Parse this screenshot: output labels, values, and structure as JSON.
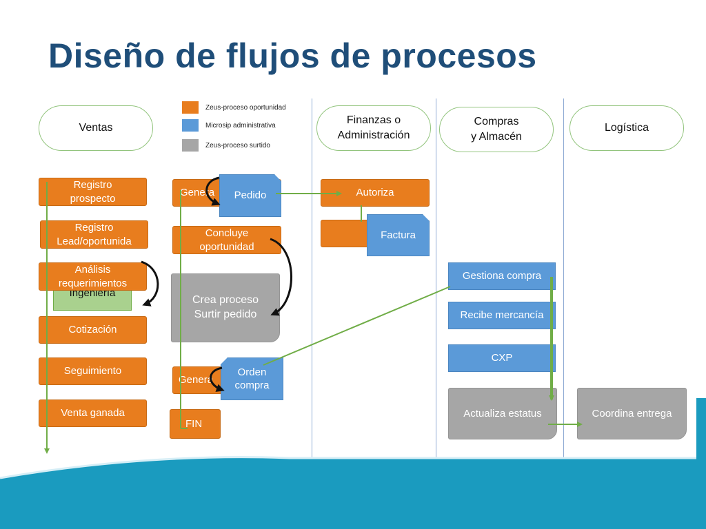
{
  "title": "Diseño de flujos de procesos",
  "legend": [
    {
      "label": "Zeus-proceso oportunidad",
      "color": "#e87d1e"
    },
    {
      "label": "Microsip administrativa",
      "color": "#5b9ad8"
    },
    {
      "label": "Zeus-proceso surtido",
      "color": "#a6a6a6"
    }
  ],
  "lanes": {
    "ventas": "Ventas",
    "finanzas": "Finanzas o\nAdministración",
    "compras": "Compras\ny Almacén",
    "logistica": "Logística"
  },
  "steps": {
    "registro_prospecto": "Registro\nprospecto",
    "registro_lead": "Registro\nLead/oportunida",
    "analisis": "Análisis\nrequerimientos",
    "ingenieria": "Ingeniería",
    "cotizacion": "Cotización",
    "seguimiento": "Seguimiento",
    "venta_ganada": "Venta ganada",
    "genera_1": "Genera",
    "pedido": "Pedido",
    "concluye": "Concluye\noportunidad",
    "crea_proceso": "Crea proceso\nSurtir pedido",
    "genera_2": "Genera",
    "orden_compra": "Orden\ncompra",
    "fin": "FIN",
    "autoriza": "Autoriza",
    "factura": "Factura",
    "gestiona_compra": "Gestiona compra",
    "recibe_mercancia": "Recibe mercancía",
    "cxp": "CXP",
    "actualiza_estatus": "Actualiza estatus",
    "coordina_entrega": "Coordina entrega"
  },
  "colors": {
    "title": "#1f4e79",
    "orange": "#e87d1e",
    "blue": "#5b9ad8",
    "gray": "#a6a6a6",
    "green_arrow": "#70ad47",
    "footer_teal": "#1a9bbf"
  }
}
